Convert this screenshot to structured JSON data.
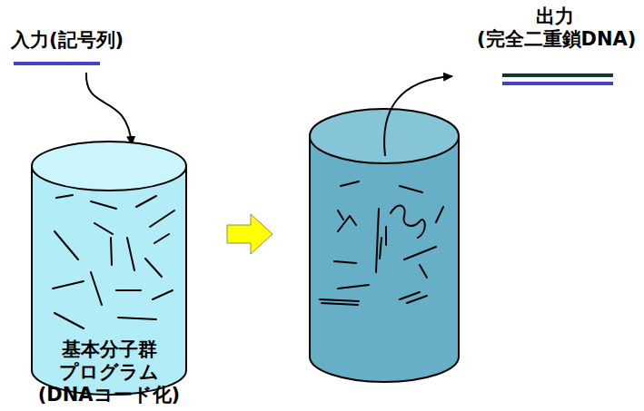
{
  "diagram": {
    "nodes": [
      {
        "text": [
          "入力(記号列)"
        ]
      },
      {
        "text": [
          "基本分子群 プログラム (DNAコード化)"
        ]
      },
      {
        "text": [
          "出力 (完全二重鎖DNA)"
        ]
      }
    ],
    "edges": [
      {
        "from": 0,
        "to": 1,
        "arrow": "to"
      }
    ]
  }
}
